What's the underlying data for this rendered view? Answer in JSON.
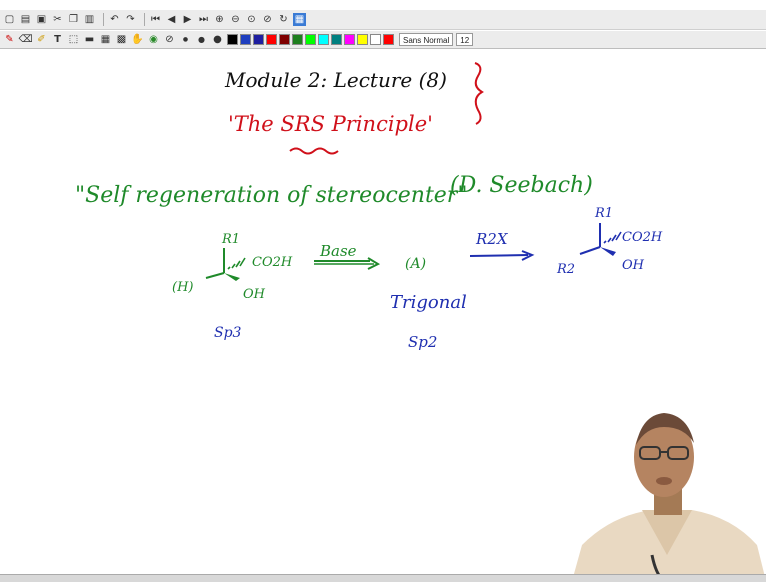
{
  "toolbar": {
    "font_name": "Sans Normal",
    "font_size": "12",
    "swatches": [
      "#000000",
      "#1f3fbf",
      "#1f1fa0",
      "#ff0000",
      "#7f0000",
      "#1f7f1f",
      "#00ff00",
      "#00ffff",
      "#008080",
      "#ff00ff",
      "#ffff00",
      "#ffffff",
      "#ff0000"
    ],
    "icons_row1": [
      "new-icon",
      "open-icon",
      "save-icon",
      "cut-icon",
      "copy-icon",
      "paste-icon",
      "undo-icon",
      "redo-icon",
      "first-page-icon",
      "prev-page-icon",
      "next-page-icon",
      "last-page-icon",
      "zoom-in-icon",
      "zoom-out-icon",
      "zoom-fit-icon",
      "zoom-width-icon",
      "refresh-icon",
      "screenshot-icon"
    ],
    "icons_row2": [
      "pen-icon",
      "eraser-icon",
      "highlighter-icon",
      "text-icon",
      "shape-icon",
      "ruler-icon",
      "select-rect-icon",
      "select-region-icon",
      "hand-icon",
      "color-picker-icon",
      "dot-small-icon",
      "dot-medium-icon",
      "dot-large-icon"
    ]
  },
  "board": {
    "title": "Module 2: Lecture (8)",
    "subtitle_quote": "'The SRS Principle'",
    "subtitle_srs": "SRS",
    "definition": "\"Self regeneration of stereocenter\"",
    "author": "(D. Seebach)",
    "start_label": "(H)",
    "r1_left": "R1",
    "co2h_left": "CO2H",
    "oh_left": "OH",
    "sp3": "Sp3",
    "base_label": "Base",
    "intermediate": "(A)",
    "trigonal": "Trigonal",
    "sp2": "Sp2",
    "reagent": "R2X",
    "r1_right": "R1",
    "co2h_right": "CO2H",
    "oh_right": "OH",
    "r2_right": "R2"
  },
  "colors": {
    "black_ink": "#111111",
    "red_ink": "#d0101a",
    "green_ink": "#1f8a2a",
    "blue_ink": "#1f2fb0"
  }
}
